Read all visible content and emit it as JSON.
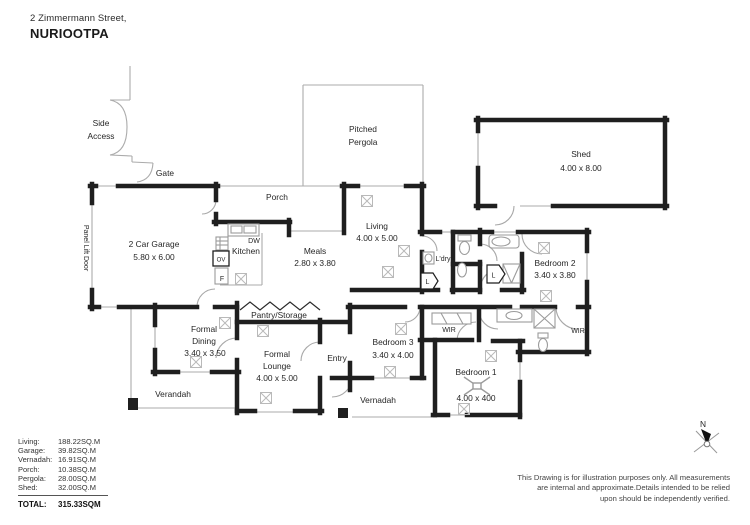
{
  "header": {
    "address_line1": "2 Zimmermann Street,",
    "address_line2": "NURIOOTPA"
  },
  "labels": {
    "side_access_1": "Side",
    "side_access_2": "Access",
    "gate": "Gate",
    "panel_lift_door": "Panel Lift Door",
    "garage_name": "2 Car Garage",
    "garage_dims": "5.80 x 6.00",
    "porch": "Porch",
    "pergola_1": "Pitched",
    "pergola_2": "Pergola",
    "shed_name": "Shed",
    "shed_dims": "4.00 x 8.00",
    "kitchen": "Kitchen",
    "dishwasher": "DW",
    "oven": "OV",
    "fridge": "F",
    "meals_name": "Meals",
    "meals_dims": "2.80 x 3.80",
    "living_name": "Living",
    "living_dims": "4.00 x 5.00",
    "laundry": "L'dry",
    "linen_1": "L",
    "linen_2": "L",
    "bedroom2_name": "Bedroom 2",
    "bedroom2_dims": "3.40 x 3.80",
    "wir_1": "WIR",
    "wir_2": "WIR",
    "bedroom3_name": "Bedroom 3",
    "bedroom3_dims": "3.40 x 4.00",
    "bedroom1_name": "Bedroom 1",
    "bedroom1_dims": "4.00 x 400",
    "entry": "Entry",
    "lounge_1": "Formal",
    "lounge_2": "Lounge",
    "lounge_dims": "4.00 x 5.00",
    "dining_1": "Formal",
    "dining_2": "Dining",
    "dining_dims": "3.40 x 3.50",
    "pantry": "Pantry/Storage",
    "verandah_left": "Verandah",
    "verandah_mid": "Vernadah",
    "north": "N"
  },
  "areas": {
    "rows": [
      {
        "label": "Living:",
        "value": "188.22SQ.M"
      },
      {
        "label": "Garage:",
        "value": "39.82SQ.M"
      },
      {
        "label": "Vernadah:",
        "value": "16.91SQ.M"
      },
      {
        "label": "Porch:",
        "value": "10.38SQ.M"
      },
      {
        "label": "Pergola:",
        "value": "28.00SQ.M"
      },
      {
        "label": "Shed:",
        "value": "32.00SQ.M"
      }
    ],
    "total_label": "TOTAL:",
    "total_value": "315.33SQM"
  },
  "disclaimer": {
    "line1": "This Drawing is for illustration purposes only. All measurements",
    "line2": "are internal and approximate.Details intended to be relied",
    "line3": "upon should be independently verified."
  },
  "colors": {
    "wall": "#1f1f1f",
    "thin_line": "#ababab",
    "fixture": "#9b9b9b",
    "light_symbol": "#b9b9b9",
    "text": "#262626"
  }
}
